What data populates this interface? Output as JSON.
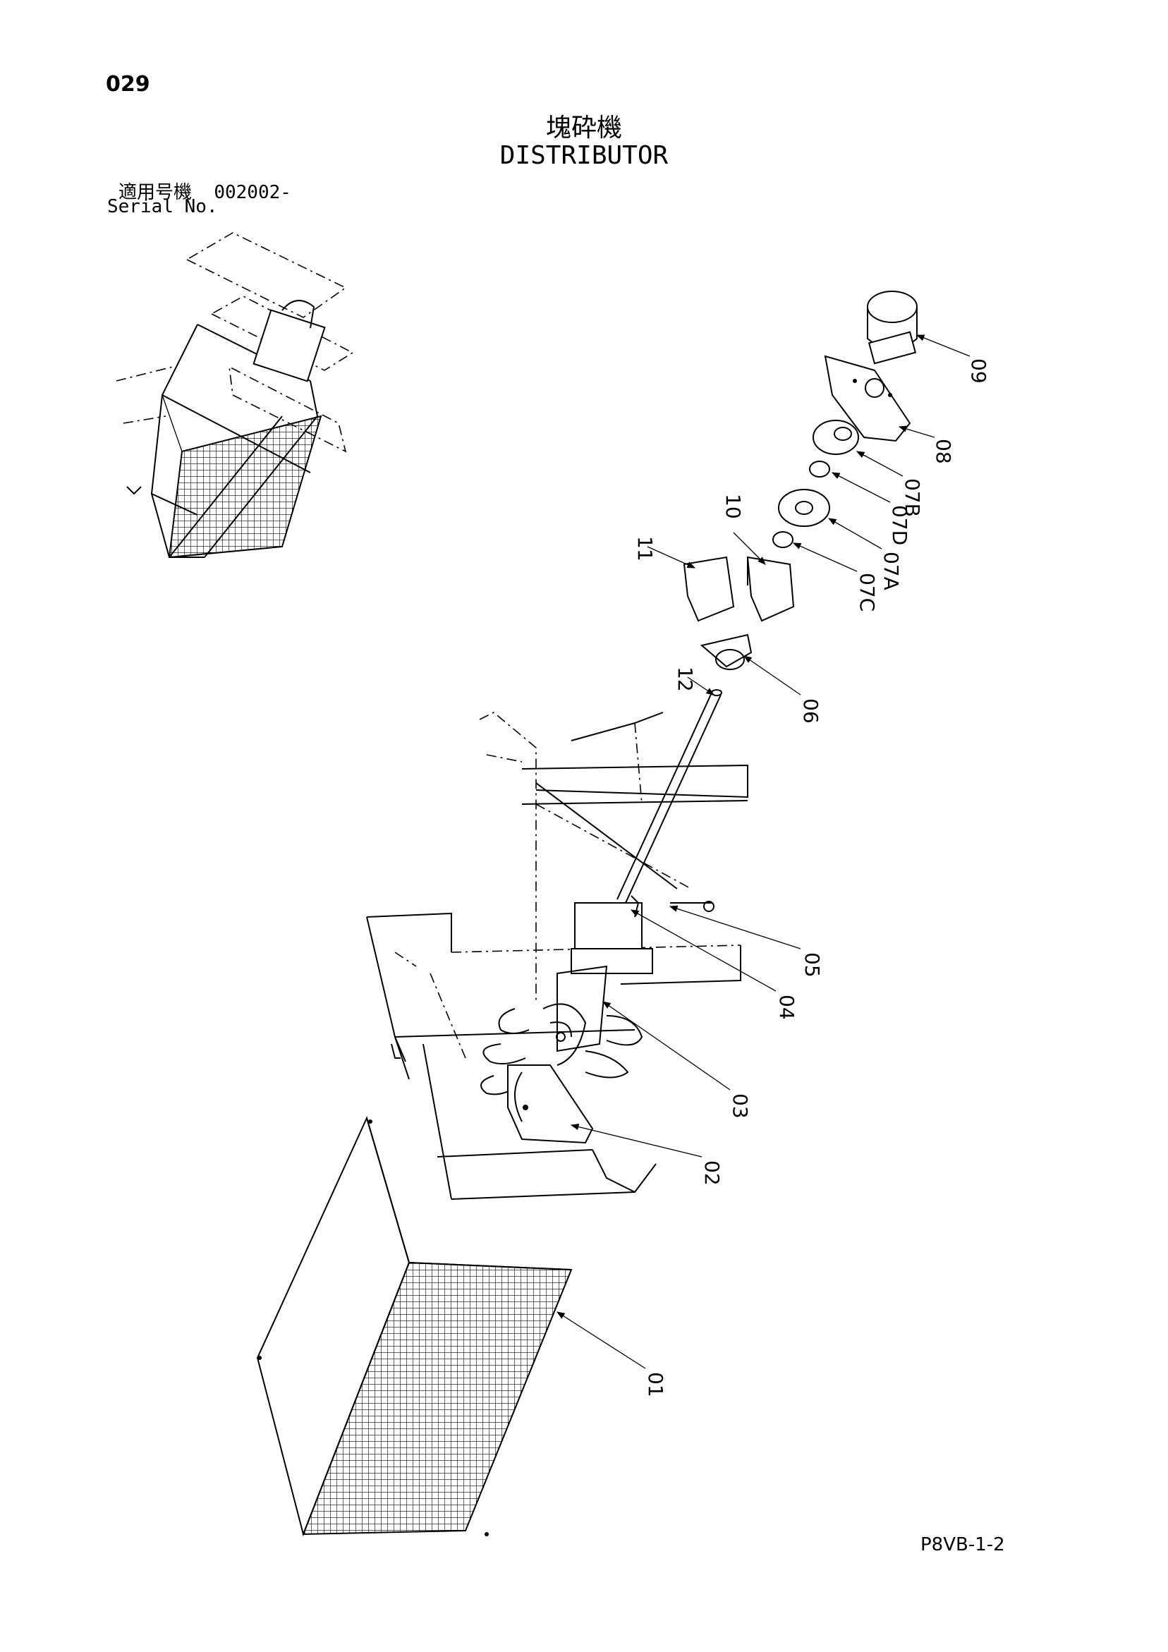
{
  "header": {
    "page_number": "029",
    "title_jp": "塊砕機",
    "title_en": "DISTRIBUTOR",
    "serial_label_jp": "適用号機",
    "serial_value": "002002-",
    "serial_label_en": "Serial No."
  },
  "footer": {
    "doc_code": "P8VB-1-2"
  },
  "callouts": [
    {
      "id": "01",
      "label": "01"
    },
    {
      "id": "02",
      "label": "02"
    },
    {
      "id": "03",
      "label": "03"
    },
    {
      "id": "04",
      "label": "04"
    },
    {
      "id": "05",
      "label": "05"
    },
    {
      "id": "06",
      "label": "06"
    },
    {
      "id": "07A",
      "label": "07A"
    },
    {
      "id": "07B",
      "label": "07B"
    },
    {
      "id": "07C",
      "label": "07C"
    },
    {
      "id": "07D",
      "label": "07D"
    },
    {
      "id": "08",
      "label": "08"
    },
    {
      "id": "09",
      "label": "09"
    },
    {
      "id": "10",
      "label": "10"
    },
    {
      "id": "11",
      "label": "11"
    },
    {
      "id": "12",
      "label": "12"
    }
  ]
}
